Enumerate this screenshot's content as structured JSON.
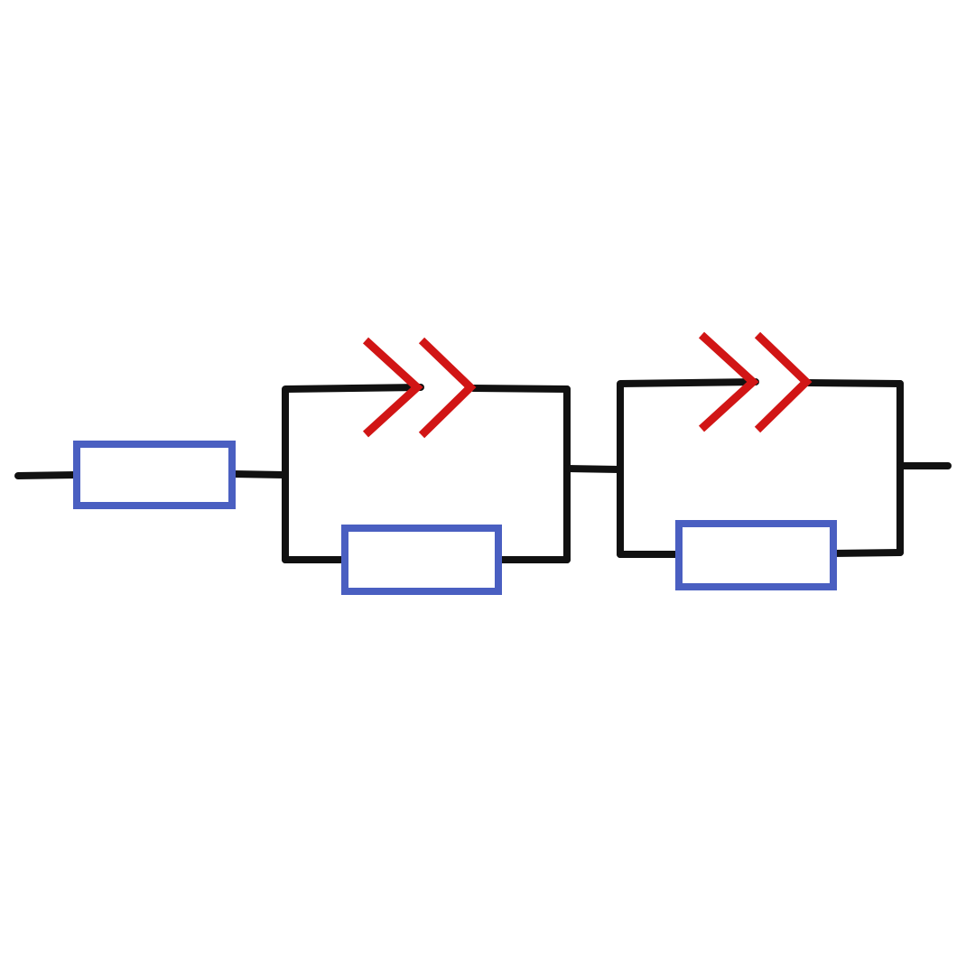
{
  "diagram": {
    "type": "equivalent-circuit",
    "colors": {
      "background": "#ffffff",
      "wire": "#111111",
      "resistor_border": "#4a5fc1",
      "cpe_stroke": "#d11515"
    },
    "elements": [
      {
        "id": "R1",
        "kind": "resistor",
        "connection": "series"
      },
      {
        "id": "CPE1",
        "kind": "constant-phase-element",
        "connection": "parallel-group-1-top"
      },
      {
        "id": "R2",
        "kind": "resistor",
        "connection": "parallel-group-1-bottom"
      },
      {
        "id": "CPE2",
        "kind": "constant-phase-element",
        "connection": "parallel-group-2-top"
      },
      {
        "id": "R3",
        "kind": "resistor",
        "connection": "parallel-group-2-bottom"
      }
    ]
  }
}
